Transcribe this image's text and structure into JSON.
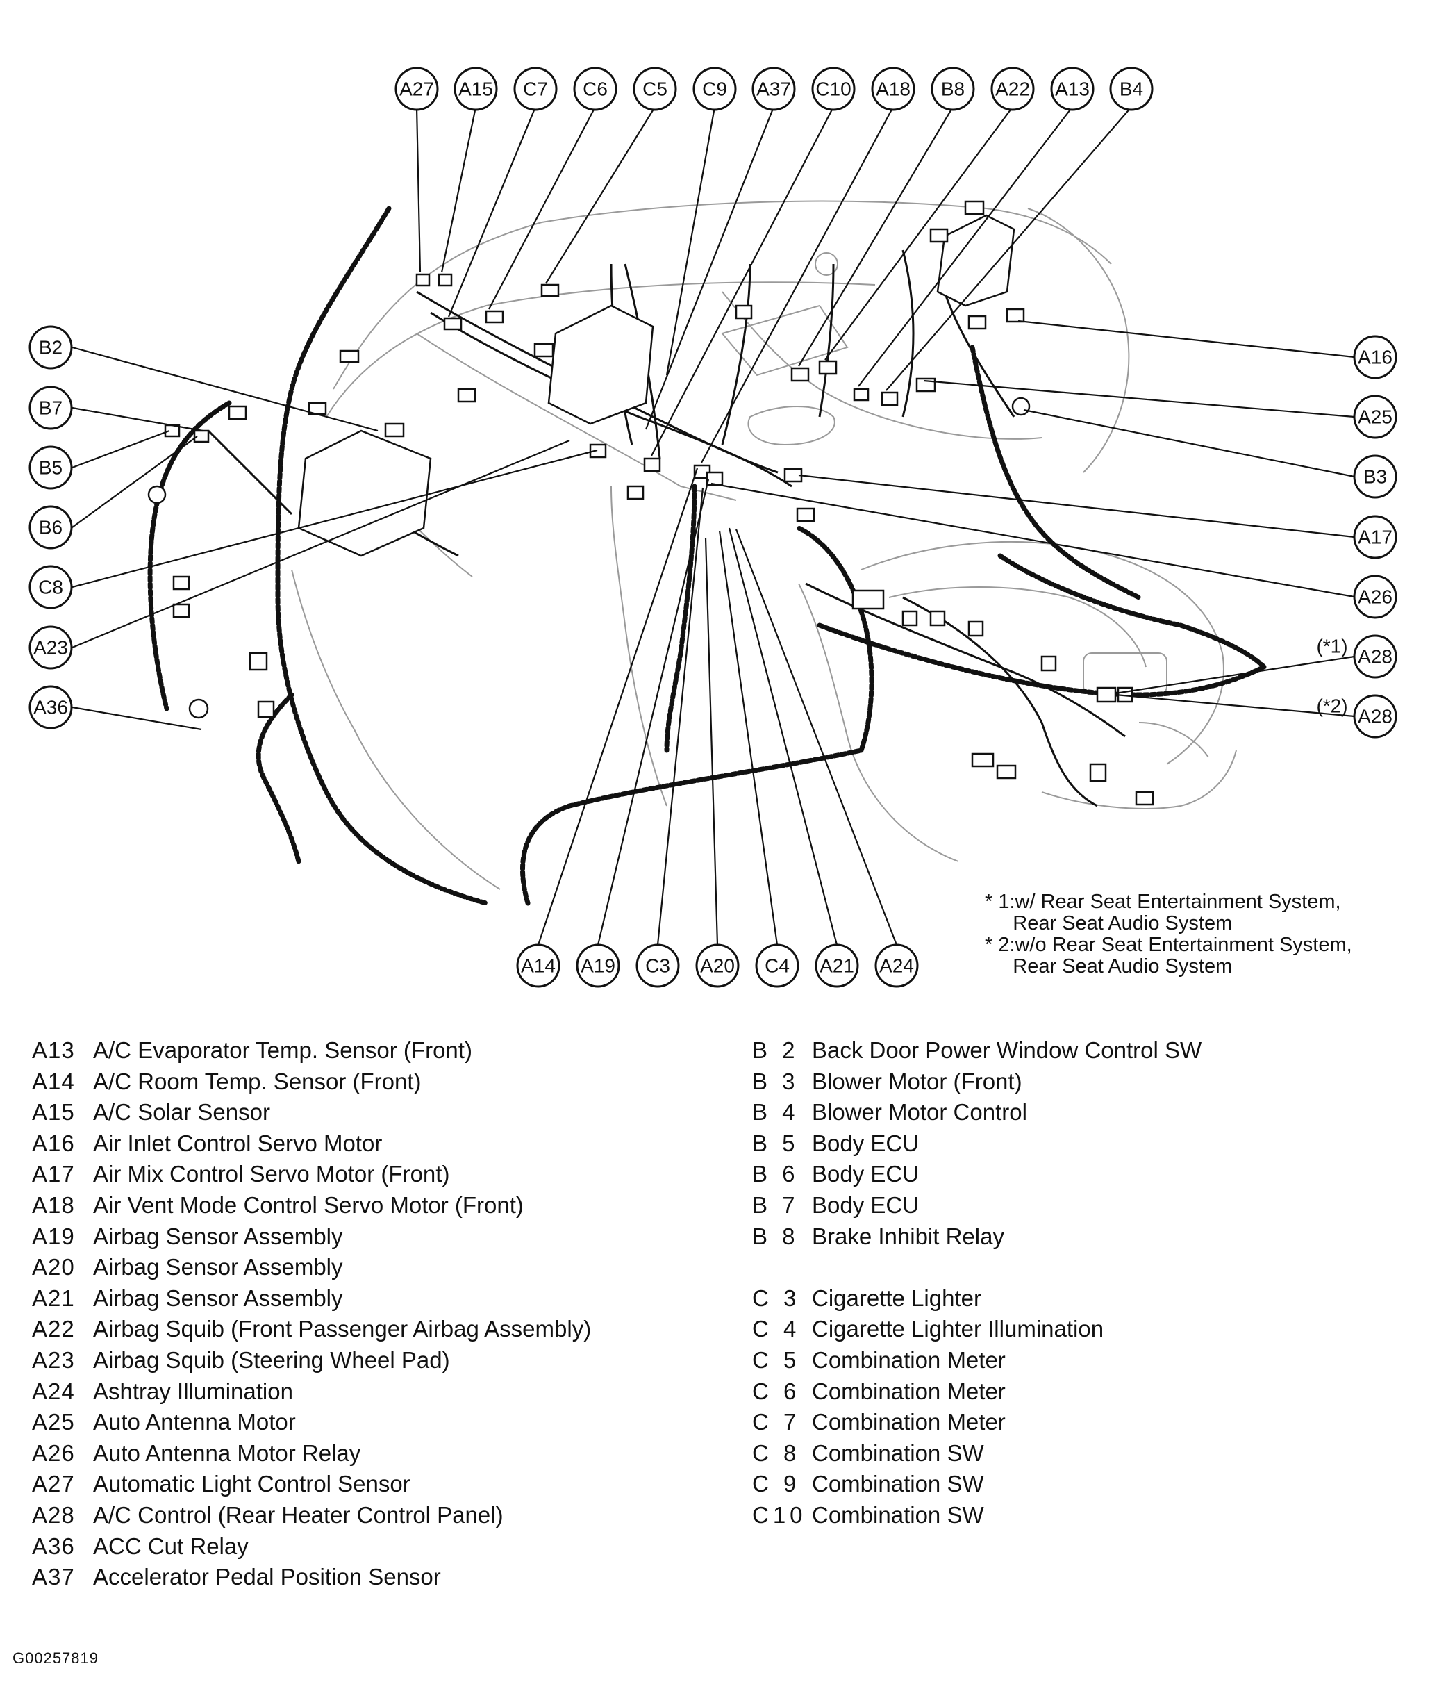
{
  "callouts": {
    "top": [
      "A27",
      "A15",
      "C7",
      "C6",
      "C5",
      "C9",
      "A37",
      "C10",
      "A18",
      "B8",
      "A22",
      "A13",
      "B4"
    ],
    "left": [
      "B2",
      "B7",
      "B5",
      "B6",
      "C8",
      "A23",
      "A36"
    ],
    "right": [
      "A16",
      "A25",
      "B3",
      "A17",
      "A26",
      "A28",
      "A28"
    ],
    "right_tags": [
      "(*1)",
      "(*2)"
    ],
    "bottom": [
      "A14",
      "A19",
      "C3",
      "A20",
      "C4",
      "A21",
      "A24"
    ]
  },
  "notes": [
    "* 1:w/ Rear Seat Entertainment System,",
    "     Rear Seat Audio System",
    "* 2:w/o Rear Seat Entertainment System,",
    "     Rear Seat Audio System"
  ],
  "legend": {
    "left": [
      {
        "code": "A13",
        "label": "A/C Evaporator Temp. Sensor (Front)"
      },
      {
        "code": "A14",
        "label": "A/C Room Temp. Sensor (Front)"
      },
      {
        "code": "A15",
        "label": "A/C Solar Sensor"
      },
      {
        "code": "A16",
        "label": "Air Inlet Control Servo Motor"
      },
      {
        "code": "A17",
        "label": "Air Mix Control Servo Motor (Front)"
      },
      {
        "code": "A18",
        "label": "Air Vent Mode Control Servo Motor (Front)"
      },
      {
        "code": "A19",
        "label": "Airbag Sensor Assembly"
      },
      {
        "code": "A20",
        "label": "Airbag Sensor Assembly"
      },
      {
        "code": "A21",
        "label": "Airbag Sensor Assembly"
      },
      {
        "code": "A22",
        "label": "Airbag Squib (Front Passenger Airbag Assembly)"
      },
      {
        "code": "A23",
        "label": "Airbag Squib (Steering Wheel Pad)"
      },
      {
        "code": "A24",
        "label": "Ashtray Illumination"
      },
      {
        "code": "A25",
        "label": "Auto Antenna Motor"
      },
      {
        "code": "A26",
        "label": "Auto Antenna Motor Relay"
      },
      {
        "code": "A27",
        "label": "Automatic Light Control Sensor"
      },
      {
        "code": "A28",
        "label": "A/C Control (Rear Heater Control Panel)"
      },
      {
        "code": "A36",
        "label": "ACC Cut Relay"
      },
      {
        "code": "A37",
        "label": "Accelerator Pedal Position Sensor"
      }
    ],
    "right": [
      {
        "code": "B 2",
        "label": "Back Door Power Window Control SW"
      },
      {
        "code": "B 3",
        "label": "Blower Motor (Front)"
      },
      {
        "code": "B 4",
        "label": "Blower Motor Control"
      },
      {
        "code": "B 5",
        "label": "Body ECU"
      },
      {
        "code": "B 6",
        "label": "Body ECU"
      },
      {
        "code": "B 7",
        "label": "Body ECU"
      },
      {
        "code": "B 8",
        "label": "Brake Inhibit Relay"
      },
      {
        "code": "",
        "label": ""
      },
      {
        "code": "C 3",
        "label": "Cigarette Lighter"
      },
      {
        "code": "C 4",
        "label": "Cigarette Lighter Illumination"
      },
      {
        "code": "C 5",
        "label": "Combination Meter"
      },
      {
        "code": "C 6",
        "label": "Combination Meter"
      },
      {
        "code": "C 7",
        "label": "Combination Meter"
      },
      {
        "code": "C 8",
        "label": "Combination SW"
      },
      {
        "code": "C 9",
        "label": "Combination SW"
      },
      {
        "code": "C10",
        "label": "Combination SW"
      }
    ]
  },
  "figure_id": "G00257819"
}
